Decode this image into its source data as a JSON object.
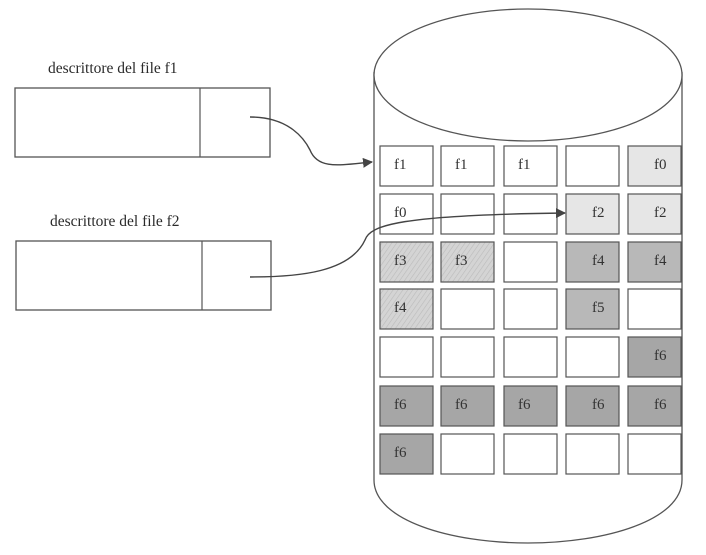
{
  "descriptors": [
    {
      "id": "f1",
      "label": "descrittore del file f1",
      "points_to_cell": [
        0,
        0
      ]
    },
    {
      "id": "f2",
      "label": "descrittore del file f2",
      "points_to_cell": [
        1,
        3
      ]
    }
  ],
  "disk": {
    "rows": [
      [
        {
          "file": "f1",
          "shade": "none"
        },
        {
          "file": "f1",
          "shade": "none"
        },
        {
          "file": "f1",
          "shade": "none"
        },
        {
          "file": "",
          "shade": "none"
        },
        {
          "file": "f0",
          "shade": "light"
        }
      ],
      [
        {
          "file": "f0",
          "shade": "none"
        },
        {
          "file": "",
          "shade": "none"
        },
        {
          "file": "",
          "shade": "none"
        },
        {
          "file": "f2",
          "shade": "light"
        },
        {
          "file": "f2",
          "shade": "light"
        }
      ],
      [
        {
          "file": "f3",
          "shade": "hatched"
        },
        {
          "file": "f3",
          "shade": "hatched"
        },
        {
          "file": "",
          "shade": "none"
        },
        {
          "file": "f4",
          "shade": "medium"
        },
        {
          "file": "f4",
          "shade": "medium"
        }
      ],
      [
        {
          "file": "f4",
          "shade": "hatched"
        },
        {
          "file": "",
          "shade": "none"
        },
        {
          "file": "",
          "shade": "none"
        },
        {
          "file": "f5",
          "shade": "medium"
        },
        {
          "file": "",
          "shade": "none"
        }
      ],
      [
        {
          "file": "",
          "shade": "none"
        },
        {
          "file": "",
          "shade": "none"
        },
        {
          "file": "",
          "shade": "none"
        },
        {
          "file": "",
          "shade": "none"
        },
        {
          "file": "f6",
          "shade": "dark"
        }
      ],
      [
        {
          "file": "f6",
          "shade": "dark"
        },
        {
          "file": "f6",
          "shade": "dark"
        },
        {
          "file": "f6",
          "shade": "dark"
        },
        {
          "file": "f6",
          "shade": "dark"
        },
        {
          "file": "f6",
          "shade": "dark"
        }
      ],
      [
        {
          "file": "f6",
          "shade": "dark"
        },
        {
          "file": "",
          "shade": "none"
        },
        {
          "file": "",
          "shade": "none"
        },
        {
          "file": "",
          "shade": "none"
        },
        {
          "file": "",
          "shade": "none"
        }
      ]
    ]
  },
  "colors": {
    "stroke": "#555555",
    "none": "#ffffff",
    "light": "#e6e6e6",
    "hatched": "#cfcfcf",
    "medium": "#b8b8b8",
    "dark": "#a6a6a6"
  }
}
